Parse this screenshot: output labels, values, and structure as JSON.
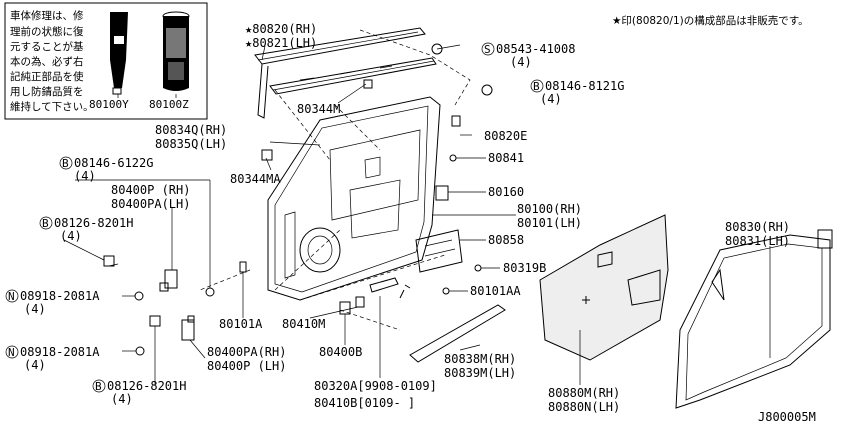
{
  "notice_box": {
    "lines": [
      "車体修理は、修",
      "理前の状態に復",
      "元することが基",
      "本の為、必ず右",
      "記純正部品を使",
      "用し防錆品質を",
      "維持して下さい。"
    ],
    "products": [
      "80100Y",
      "80100Z"
    ]
  },
  "header_note": "★印(80820/1)の構成部品は非販売です。",
  "diagram_id": "J800005M",
  "callouts": {
    "c80820": "★80820(RH)",
    "c80821": "★80821(LH)",
    "c08543": "08543-41008",
    "c08543_qty": "(4)",
    "c08146a": "08146-8121G",
    "c08146a_qty": "(4)",
    "c80344m": "80344M",
    "c80820e": "80820E",
    "c80834q": "80834Q(RH)",
    "c80835q": "80835Q(LH)",
    "c80841": "80841",
    "c08146b": "08146-6122G",
    "c08146b_qty": "(4)",
    "c80344ma": "80344MA",
    "c80160": "80160",
    "c80400p": "80400P (RH)",
    "c80400pa": "80400PA(LH)",
    "c80100": "80100(RH)",
    "c80101": "80101(LH)",
    "c08126a": "08126-8201H",
    "c08126a_qty": "(4)",
    "c80858": "80858",
    "c80830": "80830(RH)",
    "c80831": "80831(LH)",
    "c80319b": "80319B",
    "c08918a": "08918-2081A",
    "c08918a_qty": "(4)",
    "c80101aa": "80101AA",
    "c80101a": "80101A",
    "c80410m": "80410M",
    "c80400pa2": "80400PA(RH)",
    "c80400p2": "80400P (LH)",
    "c80400b": "80400B",
    "c80838m": "80838M(RH)",
    "c80839m": "80839M(LH)",
    "c08918b": "08918-2081A",
    "c08918b_qty": "(4)",
    "c08126b": "08126-8201H",
    "c08126b_qty": "(4)",
    "c80320a": "80320A[9908-0109]",
    "c80410b": "80410B[0109-     ]",
    "c80880m": "80880M(RH)",
    "c80880n": "80880N(LH)"
  },
  "circle_marks": {
    "s": "S",
    "b": "B",
    "n": "N"
  }
}
